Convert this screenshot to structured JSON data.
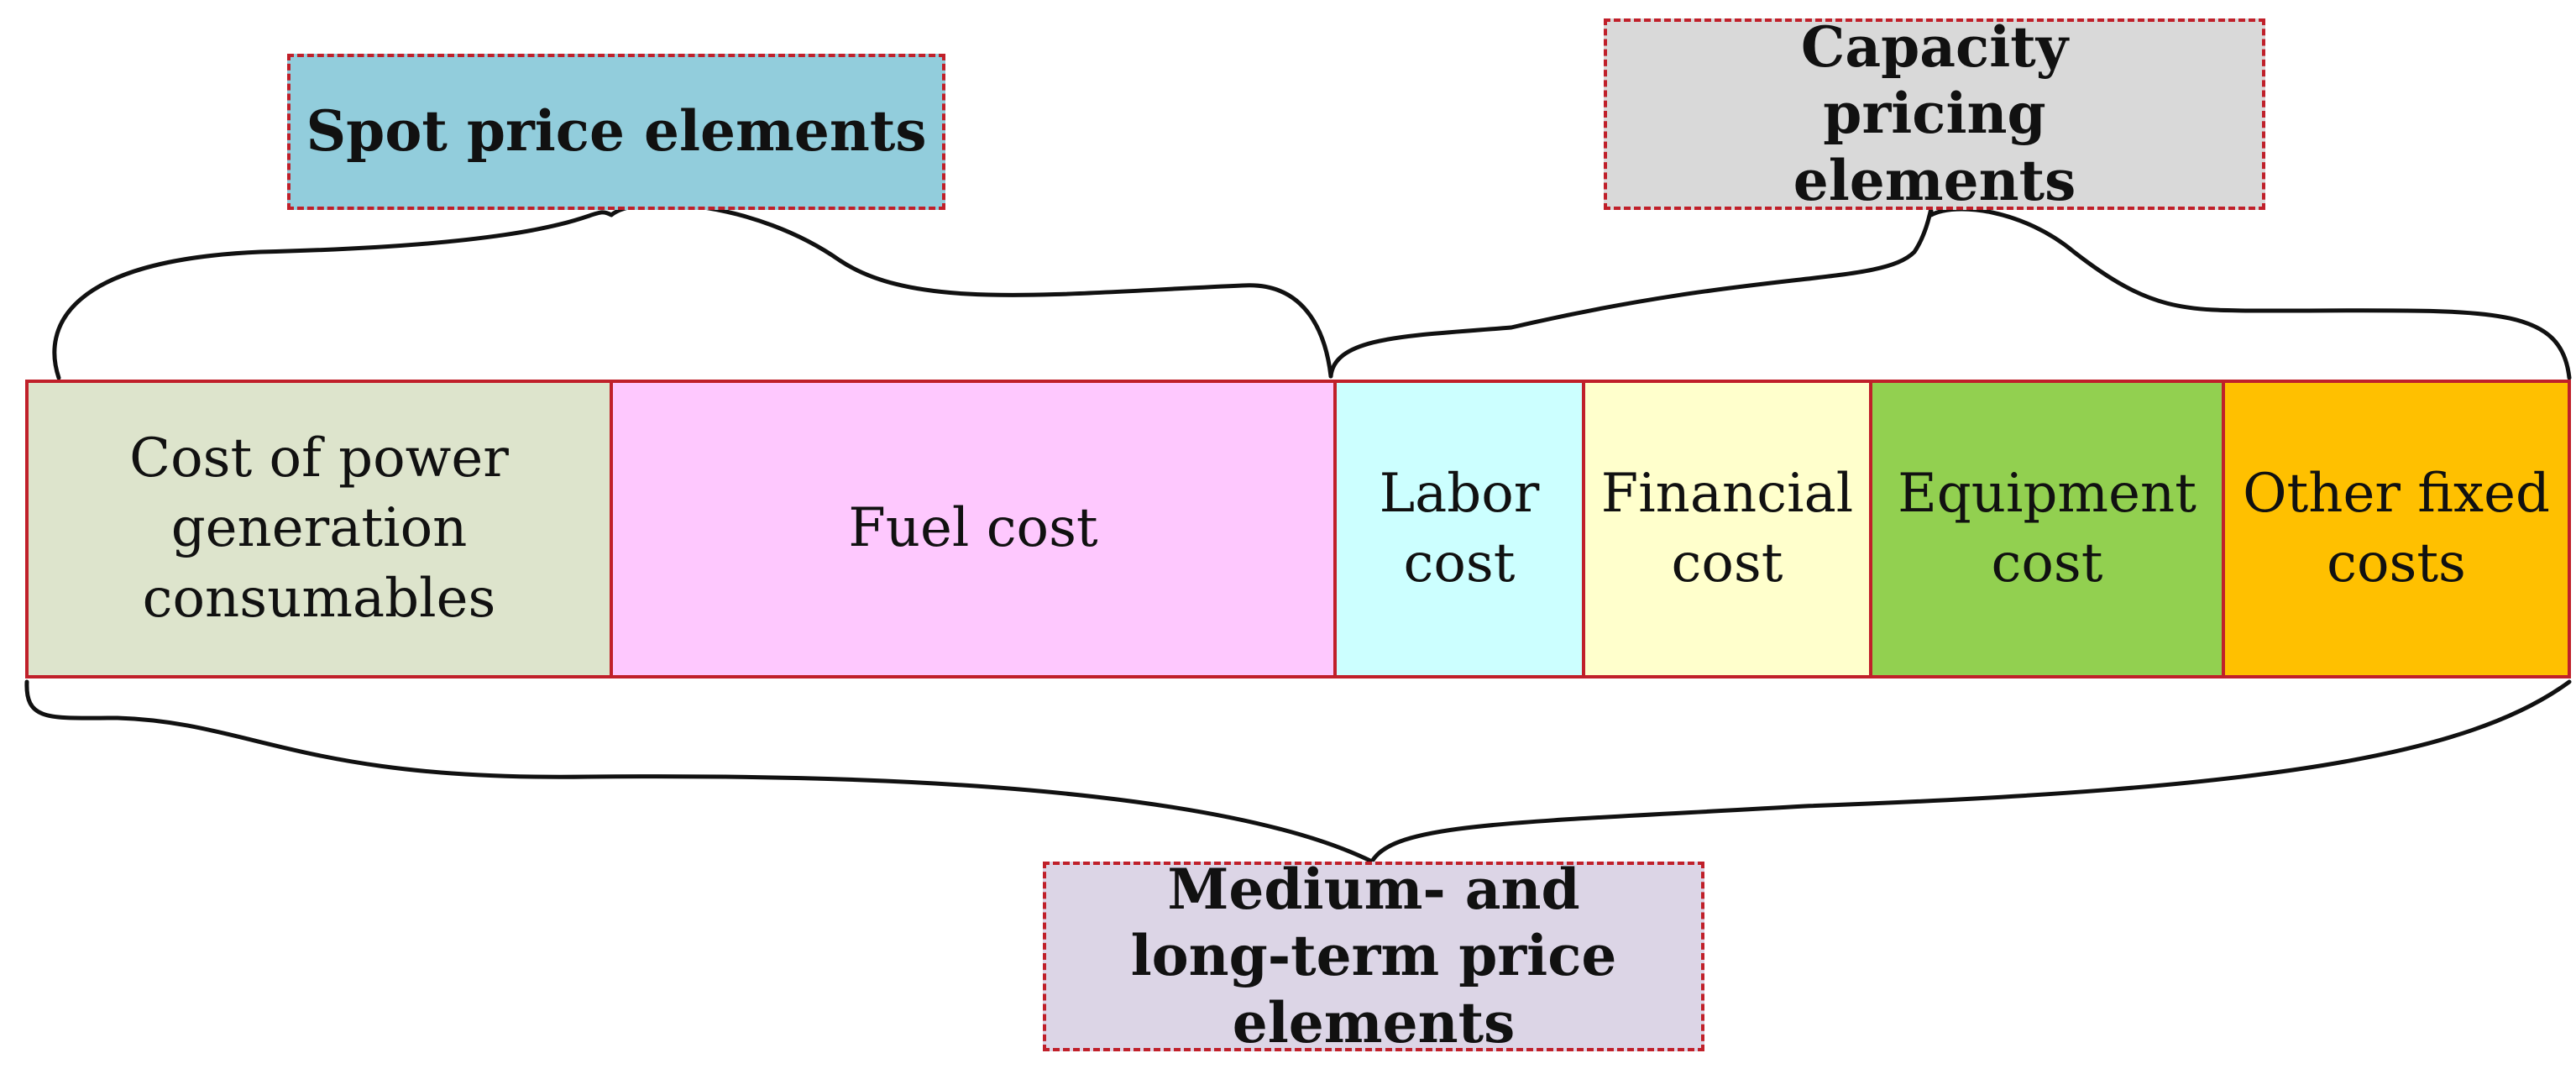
{
  "labels": {
    "spot": "Spot price elements",
    "capacity": "Capacity pricing elements",
    "medium": "Medium- and long-term price elements"
  },
  "segments": [
    {
      "id": "consumables",
      "text": "Cost of power generation consumables",
      "color": "#dde4cc"
    },
    {
      "id": "fuel",
      "text": "Fuel cost",
      "color": "#fec8fe"
    },
    {
      "id": "labor",
      "text": "Labor cost",
      "color": "#ccffff"
    },
    {
      "id": "financial",
      "text": "Financial cost",
      "color": "#ffffcc"
    },
    {
      "id": "equipment",
      "text": "Equipment cost",
      "color": "#92d050"
    },
    {
      "id": "other",
      "text": "Other fixed costs",
      "color": "#ffc000"
    }
  ],
  "colors": {
    "border": "#c0202a",
    "spot_box": "#92cddc",
    "capacity_box": "#d9d9d9",
    "medium_box": "#dcd5e6"
  }
}
